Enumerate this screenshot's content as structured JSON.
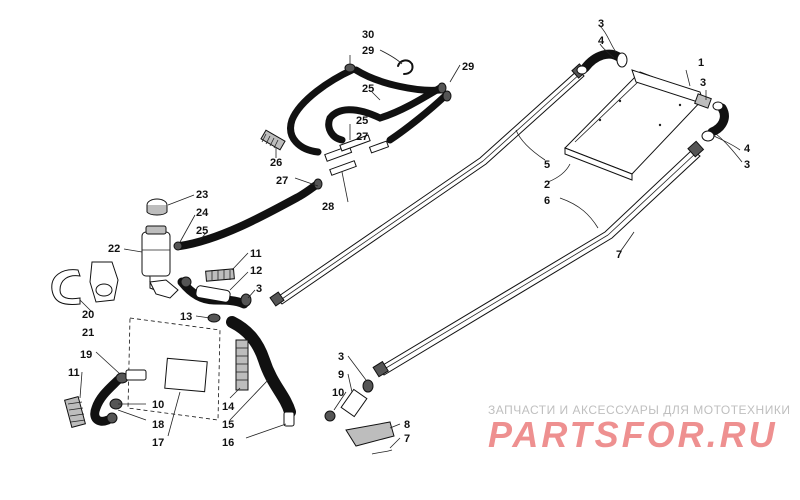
{
  "watermark": {
    "subtitle": "ЗАПЧАСТИ И АКСЕССУАРЫ ДЛЯ МОТОТЕХНИКИ",
    "logo": "PARTSFOR.RU"
  },
  "callouts": [
    {
      "id": "c1",
      "text": "1"
    },
    {
      "id": "c2",
      "text": "2"
    },
    {
      "id": "c3a",
      "text": "3"
    },
    {
      "id": "c3b",
      "text": "3"
    },
    {
      "id": "c3c",
      "text": "3"
    },
    {
      "id": "c3d",
      "text": "3"
    },
    {
      "id": "c3e",
      "text": "3"
    },
    {
      "id": "c4a",
      "text": "4"
    },
    {
      "id": "c4b",
      "text": "4"
    },
    {
      "id": "c5",
      "text": "5"
    },
    {
      "id": "c6",
      "text": "6"
    },
    {
      "id": "c7a",
      "text": "7"
    },
    {
      "id": "c7b",
      "text": "7"
    },
    {
      "id": "c8",
      "text": "8"
    },
    {
      "id": "c9",
      "text": "9"
    },
    {
      "id": "c10a",
      "text": "10"
    },
    {
      "id": "c10b",
      "text": "10"
    },
    {
      "id": "c11a",
      "text": "11"
    },
    {
      "id": "c11b",
      "text": "11"
    },
    {
      "id": "c12",
      "text": "12"
    },
    {
      "id": "c13",
      "text": "13"
    },
    {
      "id": "c14",
      "text": "14"
    },
    {
      "id": "c15",
      "text": "15"
    },
    {
      "id": "c16",
      "text": "16"
    },
    {
      "id": "c17",
      "text": "17"
    },
    {
      "id": "c18",
      "text": "18"
    },
    {
      "id": "c19",
      "text": "19"
    },
    {
      "id": "c20",
      "text": "20"
    },
    {
      "id": "c21",
      "text": "21"
    },
    {
      "id": "c22",
      "text": "22"
    },
    {
      "id": "c23",
      "text": "23"
    },
    {
      "id": "c24",
      "text": "24"
    },
    {
      "id": "c25a",
      "text": "25"
    },
    {
      "id": "c25b",
      "text": "25"
    },
    {
      "id": "c25c",
      "text": "25"
    },
    {
      "id": "c26",
      "text": "26"
    },
    {
      "id": "c27a",
      "text": "27"
    },
    {
      "id": "c27b",
      "text": "27"
    },
    {
      "id": "c28",
      "text": "28"
    },
    {
      "id": "c29a",
      "text": "29"
    },
    {
      "id": "c29b",
      "text": "29"
    },
    {
      "id": "c30",
      "text": "30"
    }
  ]
}
